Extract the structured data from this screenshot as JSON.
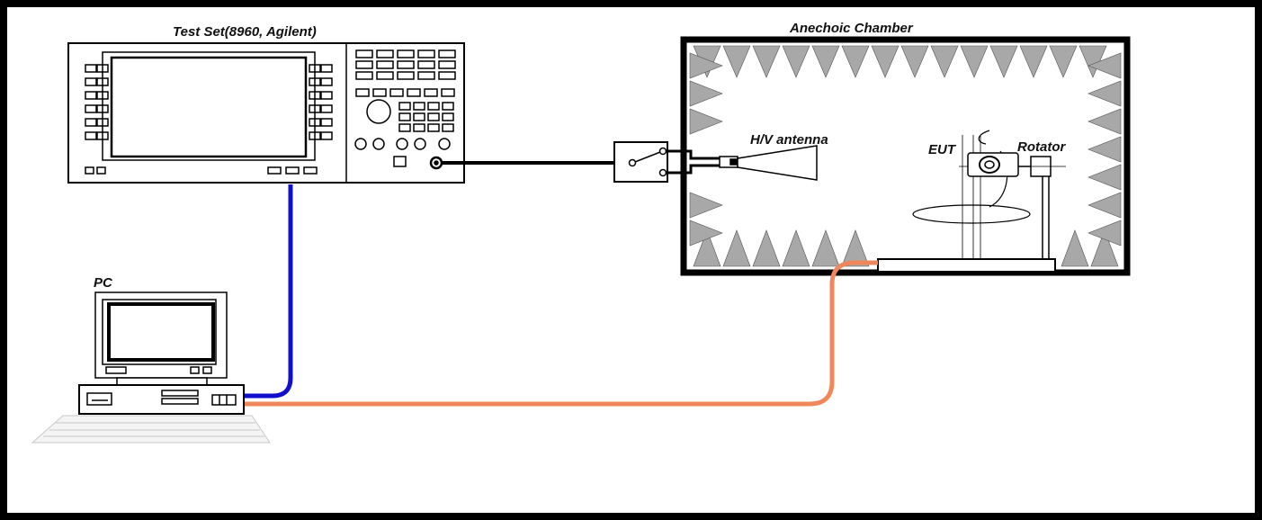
{
  "labels": {
    "test_set": "Test Set(8960, Agilent)",
    "chamber": "Anechoic Chamber",
    "antenna": "H/V antenna",
    "eut": "EUT",
    "rotator": "Rotator",
    "pc": "PC"
  },
  "colors": {
    "frame": "#000000",
    "gpib_cable": "#1010cc",
    "network_cable": "#f0875a",
    "rf_cable": "#000000",
    "absorber": "#a8a8a8"
  },
  "icons": [
    "test-set-instrument",
    "rf-switch",
    "horn-antenna",
    "eut-device",
    "rotator",
    "pc-computer"
  ]
}
